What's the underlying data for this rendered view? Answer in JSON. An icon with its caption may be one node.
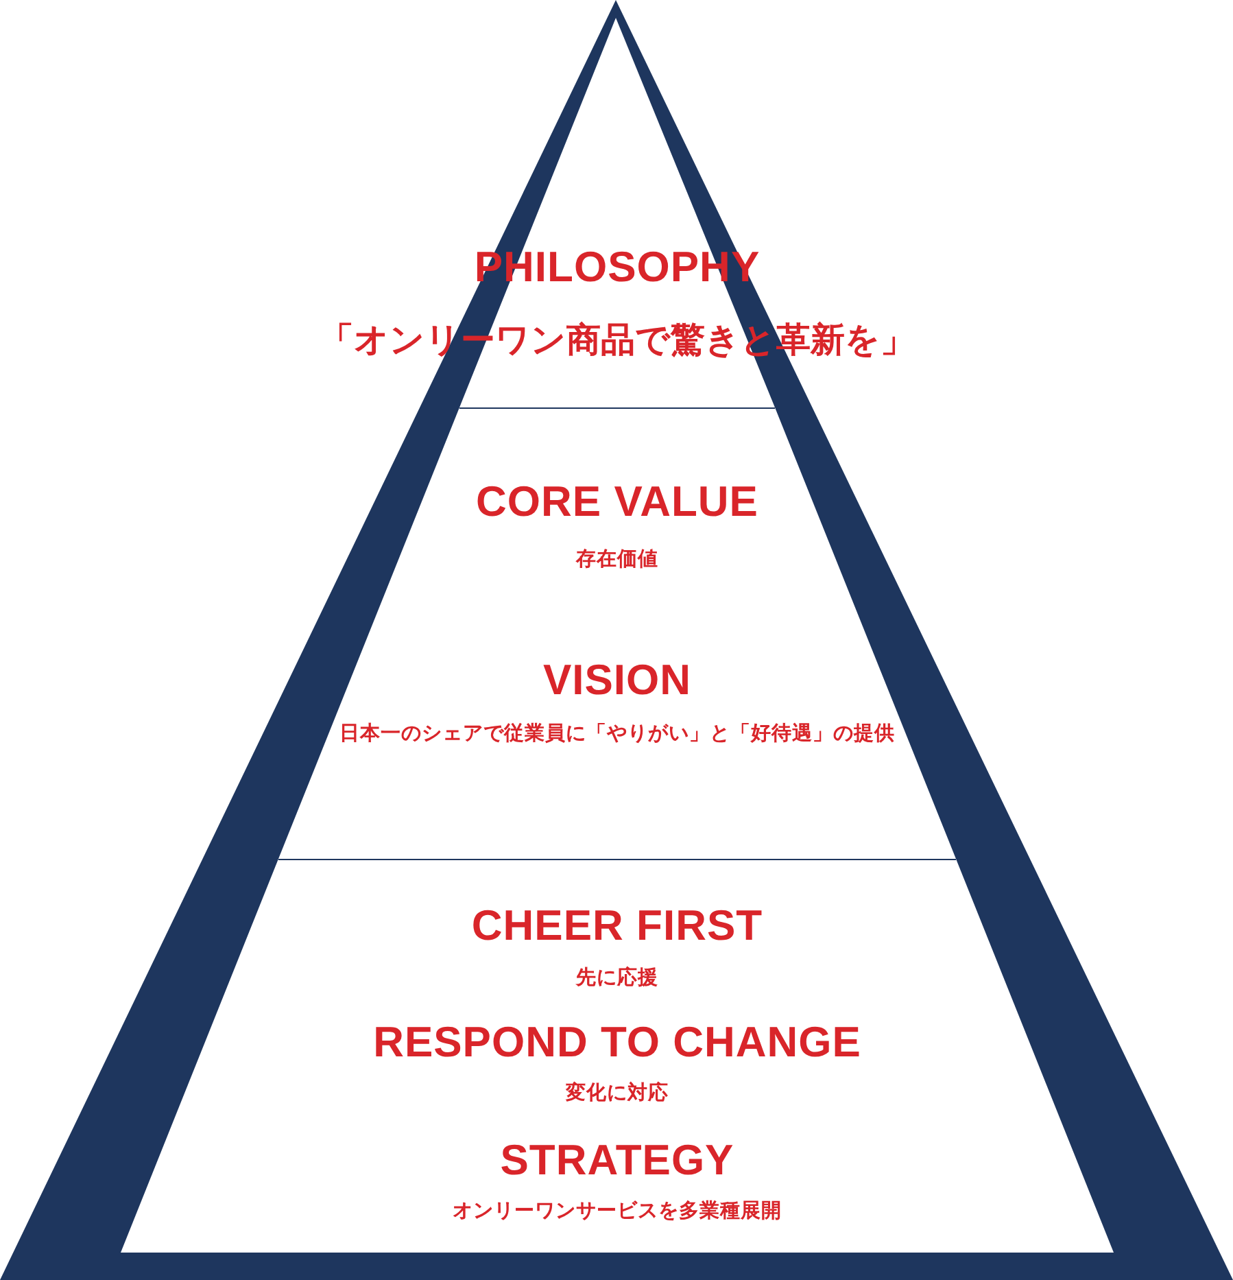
{
  "diagram": {
    "nodes": [
      {
        "text": [
          "PHILOSOPHY",
          "「オンリーワン商品で驚きと革新を」"
        ]
      },
      {
        "text": [
          "CORE VALUE",
          "存在価値",
          "VISION",
          "日本一のシェアで従業員に「やりがい」と「好待遇」の提供"
        ]
      },
      {
        "text": [
          "CHEER FIRST",
          "先に応援",
          "RESPOND TO CHANGE",
          "変化に対応",
          "STRATEGY",
          "オンリーワンサービスを多業種展開"
        ]
      }
    ]
  }
}
